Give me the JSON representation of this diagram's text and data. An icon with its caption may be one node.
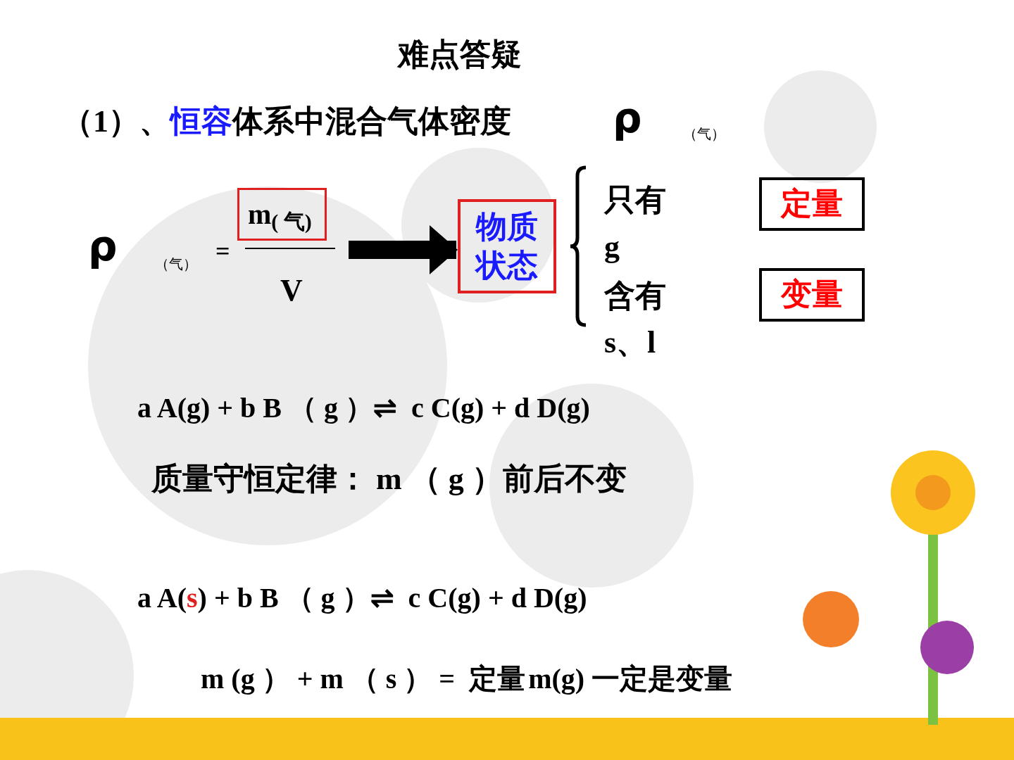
{
  "diagram": {
    "title": "难点答疑",
    "nodes": [
      {
        "text": [
          "ρ",
          "（气）",
          "=",
          "V"
        ]
      },
      {
        "text": [
          "m$_{( 气)}$"
        ]
      },
      {
        "text": [
          "物质状态"
        ]
      },
      {
        "text": [
          "定量"
        ]
      },
      {
        "text": [
          "变量"
        ]
      }
    ],
    "edges": [
      {
        "from": 0,
        "to": 2,
        "arrow": "to"
      }
    ],
    "labels": [
      "（1）、",
      "恒容",
      "体系中混合气体密度",
      "ρ",
      "（气）",
      "只有g",
      "含有s、l",
      "a A(g) + b B （ g ）⇌  c C(g) + d D(g)",
      "质量守恒定律： m （ g ）前后不变",
      "a A(",
      "s",
      ") + b B （ g ）⇌  c C(g) + d D(g)",
      "m (g ） + m （ s ） =  定量",
      "m(g) 一定是变量"
    ]
  }
}
